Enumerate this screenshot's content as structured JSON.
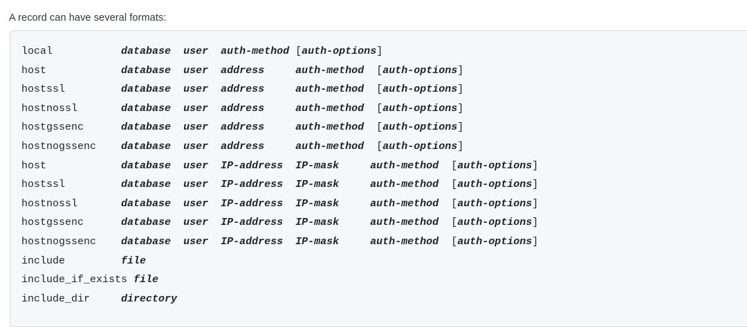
{
  "intro": {
    "text": "A record can have several formats:"
  },
  "colors": {
    "page_background": "#ffffff",
    "code_background": "#f6f7f9",
    "code_border": "#d8dde3",
    "code_text": "#1f2328",
    "body_text": "#2e3440"
  },
  "code_block": {
    "language": "plain",
    "lines": [
      {
        "id": "line-local",
        "tokens": [
          {
            "kind": "kw",
            "text": "local"
          },
          {
            "kind": "gap",
            "text": "           "
          },
          {
            "kind": "var",
            "text": "database"
          },
          {
            "kind": "gap",
            "text": "  "
          },
          {
            "kind": "var",
            "text": "user"
          },
          {
            "kind": "gap",
            "text": "  "
          },
          {
            "kind": "var",
            "text": "auth-method"
          },
          {
            "kind": "gap",
            "text": " "
          },
          {
            "kind": "br",
            "text": "["
          },
          {
            "kind": "var",
            "text": "auth-options"
          },
          {
            "kind": "br",
            "text": "]"
          }
        ]
      },
      {
        "id": "line-host-address",
        "tokens": [
          {
            "kind": "kw",
            "text": "host"
          },
          {
            "kind": "gap",
            "text": "            "
          },
          {
            "kind": "var",
            "text": "database"
          },
          {
            "kind": "gap",
            "text": "  "
          },
          {
            "kind": "var",
            "text": "user"
          },
          {
            "kind": "gap",
            "text": "  "
          },
          {
            "kind": "var",
            "text": "address"
          },
          {
            "kind": "gap",
            "text": "     "
          },
          {
            "kind": "var",
            "text": "auth-method"
          },
          {
            "kind": "gap",
            "text": "  "
          },
          {
            "kind": "br",
            "text": "["
          },
          {
            "kind": "var",
            "text": "auth-options"
          },
          {
            "kind": "br",
            "text": "]"
          }
        ]
      },
      {
        "id": "line-hostssl-address",
        "tokens": [
          {
            "kind": "kw",
            "text": "hostssl"
          },
          {
            "kind": "gap",
            "text": "         "
          },
          {
            "kind": "var",
            "text": "database"
          },
          {
            "kind": "gap",
            "text": "  "
          },
          {
            "kind": "var",
            "text": "user"
          },
          {
            "kind": "gap",
            "text": "  "
          },
          {
            "kind": "var",
            "text": "address"
          },
          {
            "kind": "gap",
            "text": "     "
          },
          {
            "kind": "var",
            "text": "auth-method"
          },
          {
            "kind": "gap",
            "text": "  "
          },
          {
            "kind": "br",
            "text": "["
          },
          {
            "kind": "var",
            "text": "auth-options"
          },
          {
            "kind": "br",
            "text": "]"
          }
        ]
      },
      {
        "id": "line-hostnossl-address",
        "tokens": [
          {
            "kind": "kw",
            "text": "hostnossl"
          },
          {
            "kind": "gap",
            "text": "       "
          },
          {
            "kind": "var",
            "text": "database"
          },
          {
            "kind": "gap",
            "text": "  "
          },
          {
            "kind": "var",
            "text": "user"
          },
          {
            "kind": "gap",
            "text": "  "
          },
          {
            "kind": "var",
            "text": "address"
          },
          {
            "kind": "gap",
            "text": "     "
          },
          {
            "kind": "var",
            "text": "auth-method"
          },
          {
            "kind": "gap",
            "text": "  "
          },
          {
            "kind": "br",
            "text": "["
          },
          {
            "kind": "var",
            "text": "auth-options"
          },
          {
            "kind": "br",
            "text": "]"
          }
        ]
      },
      {
        "id": "line-hostgssenc-address",
        "tokens": [
          {
            "kind": "kw",
            "text": "hostgssenc"
          },
          {
            "kind": "gap",
            "text": "      "
          },
          {
            "kind": "var",
            "text": "database"
          },
          {
            "kind": "gap",
            "text": "  "
          },
          {
            "kind": "var",
            "text": "user"
          },
          {
            "kind": "gap",
            "text": "  "
          },
          {
            "kind": "var",
            "text": "address"
          },
          {
            "kind": "gap",
            "text": "     "
          },
          {
            "kind": "var",
            "text": "auth-method"
          },
          {
            "kind": "gap",
            "text": "  "
          },
          {
            "kind": "br",
            "text": "["
          },
          {
            "kind": "var",
            "text": "auth-options"
          },
          {
            "kind": "br",
            "text": "]"
          }
        ]
      },
      {
        "id": "line-hostnogssenc-address",
        "tokens": [
          {
            "kind": "kw",
            "text": "hostnogssenc"
          },
          {
            "kind": "gap",
            "text": "    "
          },
          {
            "kind": "var",
            "text": "database"
          },
          {
            "kind": "gap",
            "text": "  "
          },
          {
            "kind": "var",
            "text": "user"
          },
          {
            "kind": "gap",
            "text": "  "
          },
          {
            "kind": "var",
            "text": "address"
          },
          {
            "kind": "gap",
            "text": "     "
          },
          {
            "kind": "var",
            "text": "auth-method"
          },
          {
            "kind": "gap",
            "text": "  "
          },
          {
            "kind": "br",
            "text": "["
          },
          {
            "kind": "var",
            "text": "auth-options"
          },
          {
            "kind": "br",
            "text": "]"
          }
        ]
      },
      {
        "id": "line-host-ip",
        "tokens": [
          {
            "kind": "kw",
            "text": "host"
          },
          {
            "kind": "gap",
            "text": "            "
          },
          {
            "kind": "var",
            "text": "database"
          },
          {
            "kind": "gap",
            "text": "  "
          },
          {
            "kind": "var",
            "text": "user"
          },
          {
            "kind": "gap",
            "text": "  "
          },
          {
            "kind": "var",
            "text": "IP-address"
          },
          {
            "kind": "gap",
            "text": "  "
          },
          {
            "kind": "var",
            "text": "IP-mask"
          },
          {
            "kind": "gap",
            "text": "     "
          },
          {
            "kind": "var",
            "text": "auth-method"
          },
          {
            "kind": "gap",
            "text": "  "
          },
          {
            "kind": "br",
            "text": "["
          },
          {
            "kind": "var",
            "text": "auth-options"
          },
          {
            "kind": "br",
            "text": "]"
          }
        ]
      },
      {
        "id": "line-hostssl-ip",
        "tokens": [
          {
            "kind": "kw",
            "text": "hostssl"
          },
          {
            "kind": "gap",
            "text": "         "
          },
          {
            "kind": "var",
            "text": "database"
          },
          {
            "kind": "gap",
            "text": "  "
          },
          {
            "kind": "var",
            "text": "user"
          },
          {
            "kind": "gap",
            "text": "  "
          },
          {
            "kind": "var",
            "text": "IP-address"
          },
          {
            "kind": "gap",
            "text": "  "
          },
          {
            "kind": "var",
            "text": "IP-mask"
          },
          {
            "kind": "gap",
            "text": "     "
          },
          {
            "kind": "var",
            "text": "auth-method"
          },
          {
            "kind": "gap",
            "text": "  "
          },
          {
            "kind": "br",
            "text": "["
          },
          {
            "kind": "var",
            "text": "auth-options"
          },
          {
            "kind": "br",
            "text": "]"
          }
        ]
      },
      {
        "id": "line-hostnossl-ip",
        "tokens": [
          {
            "kind": "kw",
            "text": "hostnossl"
          },
          {
            "kind": "gap",
            "text": "       "
          },
          {
            "kind": "var",
            "text": "database"
          },
          {
            "kind": "gap",
            "text": "  "
          },
          {
            "kind": "var",
            "text": "user"
          },
          {
            "kind": "gap",
            "text": "  "
          },
          {
            "kind": "var",
            "text": "IP-address"
          },
          {
            "kind": "gap",
            "text": "  "
          },
          {
            "kind": "var",
            "text": "IP-mask"
          },
          {
            "kind": "gap",
            "text": "     "
          },
          {
            "kind": "var",
            "text": "auth-method"
          },
          {
            "kind": "gap",
            "text": "  "
          },
          {
            "kind": "br",
            "text": "["
          },
          {
            "kind": "var",
            "text": "auth-options"
          },
          {
            "kind": "br",
            "text": "]"
          }
        ]
      },
      {
        "id": "line-hostgssenc-ip",
        "tokens": [
          {
            "kind": "kw",
            "text": "hostgssenc"
          },
          {
            "kind": "gap",
            "text": "      "
          },
          {
            "kind": "var",
            "text": "database"
          },
          {
            "kind": "gap",
            "text": "  "
          },
          {
            "kind": "var",
            "text": "user"
          },
          {
            "kind": "gap",
            "text": "  "
          },
          {
            "kind": "var",
            "text": "IP-address"
          },
          {
            "kind": "gap",
            "text": "  "
          },
          {
            "kind": "var",
            "text": "IP-mask"
          },
          {
            "kind": "gap",
            "text": "     "
          },
          {
            "kind": "var",
            "text": "auth-method"
          },
          {
            "kind": "gap",
            "text": "  "
          },
          {
            "kind": "br",
            "text": "["
          },
          {
            "kind": "var",
            "text": "auth-options"
          },
          {
            "kind": "br",
            "text": "]"
          }
        ]
      },
      {
        "id": "line-hostnogssenc-ip",
        "tokens": [
          {
            "kind": "kw",
            "text": "hostnogssenc"
          },
          {
            "kind": "gap",
            "text": "    "
          },
          {
            "kind": "var",
            "text": "database"
          },
          {
            "kind": "gap",
            "text": "  "
          },
          {
            "kind": "var",
            "text": "user"
          },
          {
            "kind": "gap",
            "text": "  "
          },
          {
            "kind": "var",
            "text": "IP-address"
          },
          {
            "kind": "gap",
            "text": "  "
          },
          {
            "kind": "var",
            "text": "IP-mask"
          },
          {
            "kind": "gap",
            "text": "     "
          },
          {
            "kind": "var",
            "text": "auth-method"
          },
          {
            "kind": "gap",
            "text": "  "
          },
          {
            "kind": "br",
            "text": "["
          },
          {
            "kind": "var",
            "text": "auth-options"
          },
          {
            "kind": "br",
            "text": "]"
          }
        ]
      },
      {
        "id": "line-include",
        "tokens": [
          {
            "kind": "kw",
            "text": "include"
          },
          {
            "kind": "gap",
            "text": "         "
          },
          {
            "kind": "var",
            "text": "file"
          }
        ]
      },
      {
        "id": "line-include-if-exists",
        "tokens": [
          {
            "kind": "kw",
            "text": "include_if_exists"
          },
          {
            "kind": "gap",
            "text": " "
          },
          {
            "kind": "var",
            "text": "file"
          }
        ]
      },
      {
        "id": "line-include-dir",
        "tokens": [
          {
            "kind": "kw",
            "text": "include_dir"
          },
          {
            "kind": "gap",
            "text": "     "
          },
          {
            "kind": "var",
            "text": "directory"
          }
        ]
      }
    ]
  }
}
